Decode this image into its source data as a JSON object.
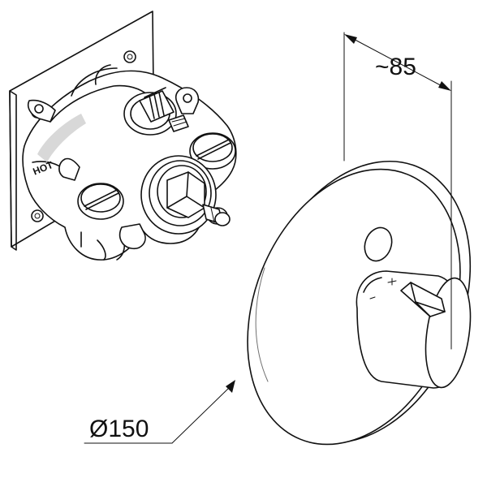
{
  "labels": {
    "hot_marking": "HOT",
    "depth_dimension": "~85",
    "diameter_dimension": "Ø150"
  },
  "colors": {
    "line": "#111111",
    "shading": "#d8d8d8",
    "background": "#ffffff"
  }
}
